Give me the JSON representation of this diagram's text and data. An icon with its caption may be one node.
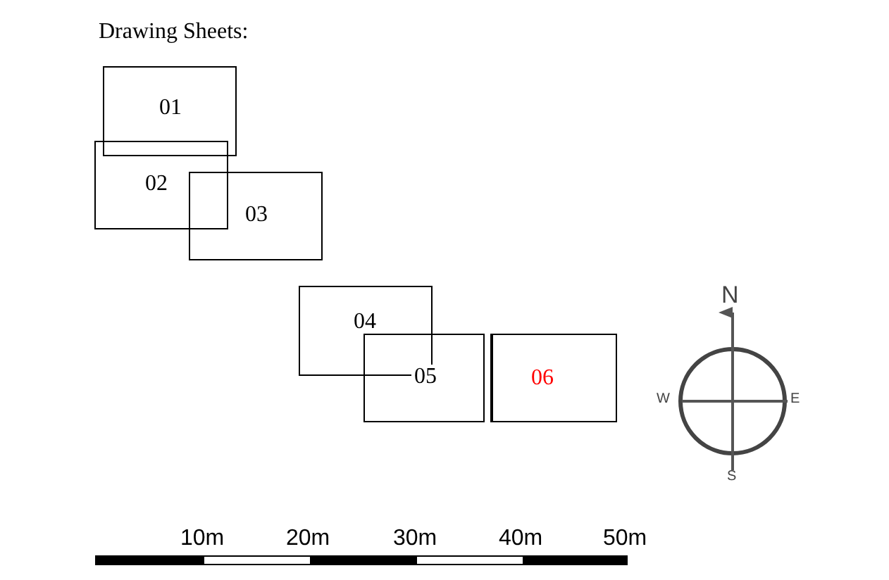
{
  "diagram": {
    "title": "Drawing Sheets:",
    "nodes": [
      {
        "text": [
          "01"
        ]
      },
      {
        "text": [
          "02"
        ]
      },
      {
        "text": [
          "03"
        ]
      },
      {
        "text": [
          "04"
        ]
      },
      {
        "text": [
          "05"
        ]
      },
      {
        "text": [
          "06"
        ]
      }
    ],
    "labels": [
      "N",
      "W",
      "E",
      "S",
      "10m",
      "20m",
      "30m",
      "40m",
      "50m"
    ]
  }
}
